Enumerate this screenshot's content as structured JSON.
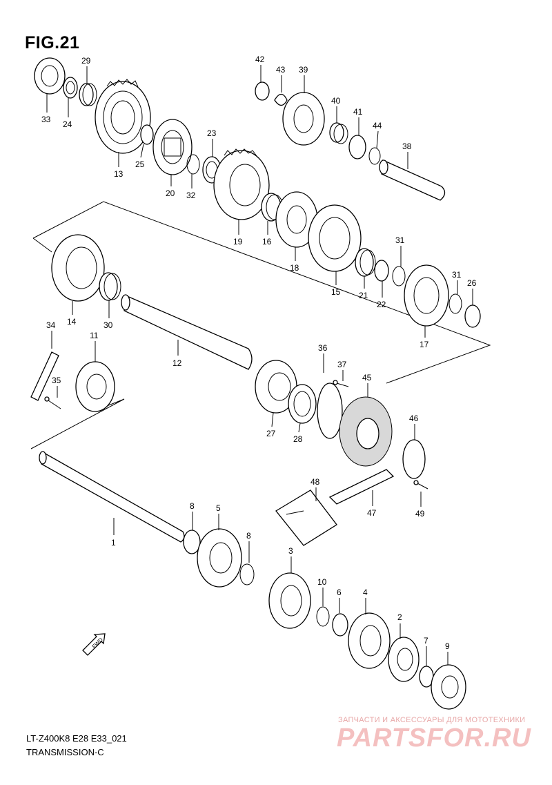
{
  "header": {
    "title": "FIG.21"
  },
  "footer": {
    "model": "LT-Z400K8 E28 E33_021",
    "name": "TRANSMISSION-C"
  },
  "fwd_label": "FWD",
  "watermark": {
    "caption": "ЗАПЧАСТИ И АКСЕССУАРЫ ДЛЯ МОТОТЕХНИКИ",
    "brand": "PARTSFOR.RU"
  },
  "callouts": [
    "1",
    "2",
    "3",
    "4",
    "5",
    "6",
    "7",
    "8",
    "8",
    "9",
    "10",
    "11",
    "12",
    "13",
    "14",
    "15",
    "16",
    "17",
    "18",
    "19",
    "20",
    "21",
    "22",
    "23",
    "24",
    "25",
    "26",
    "27",
    "28",
    "29",
    "30",
    "31",
    "31",
    "32",
    "33",
    "34",
    "35",
    "36",
    "37",
    "38",
    "39",
    "40",
    "41",
    "42",
    "43",
    "44",
    "45",
    "46",
    "47",
    "48",
    "49"
  ]
}
